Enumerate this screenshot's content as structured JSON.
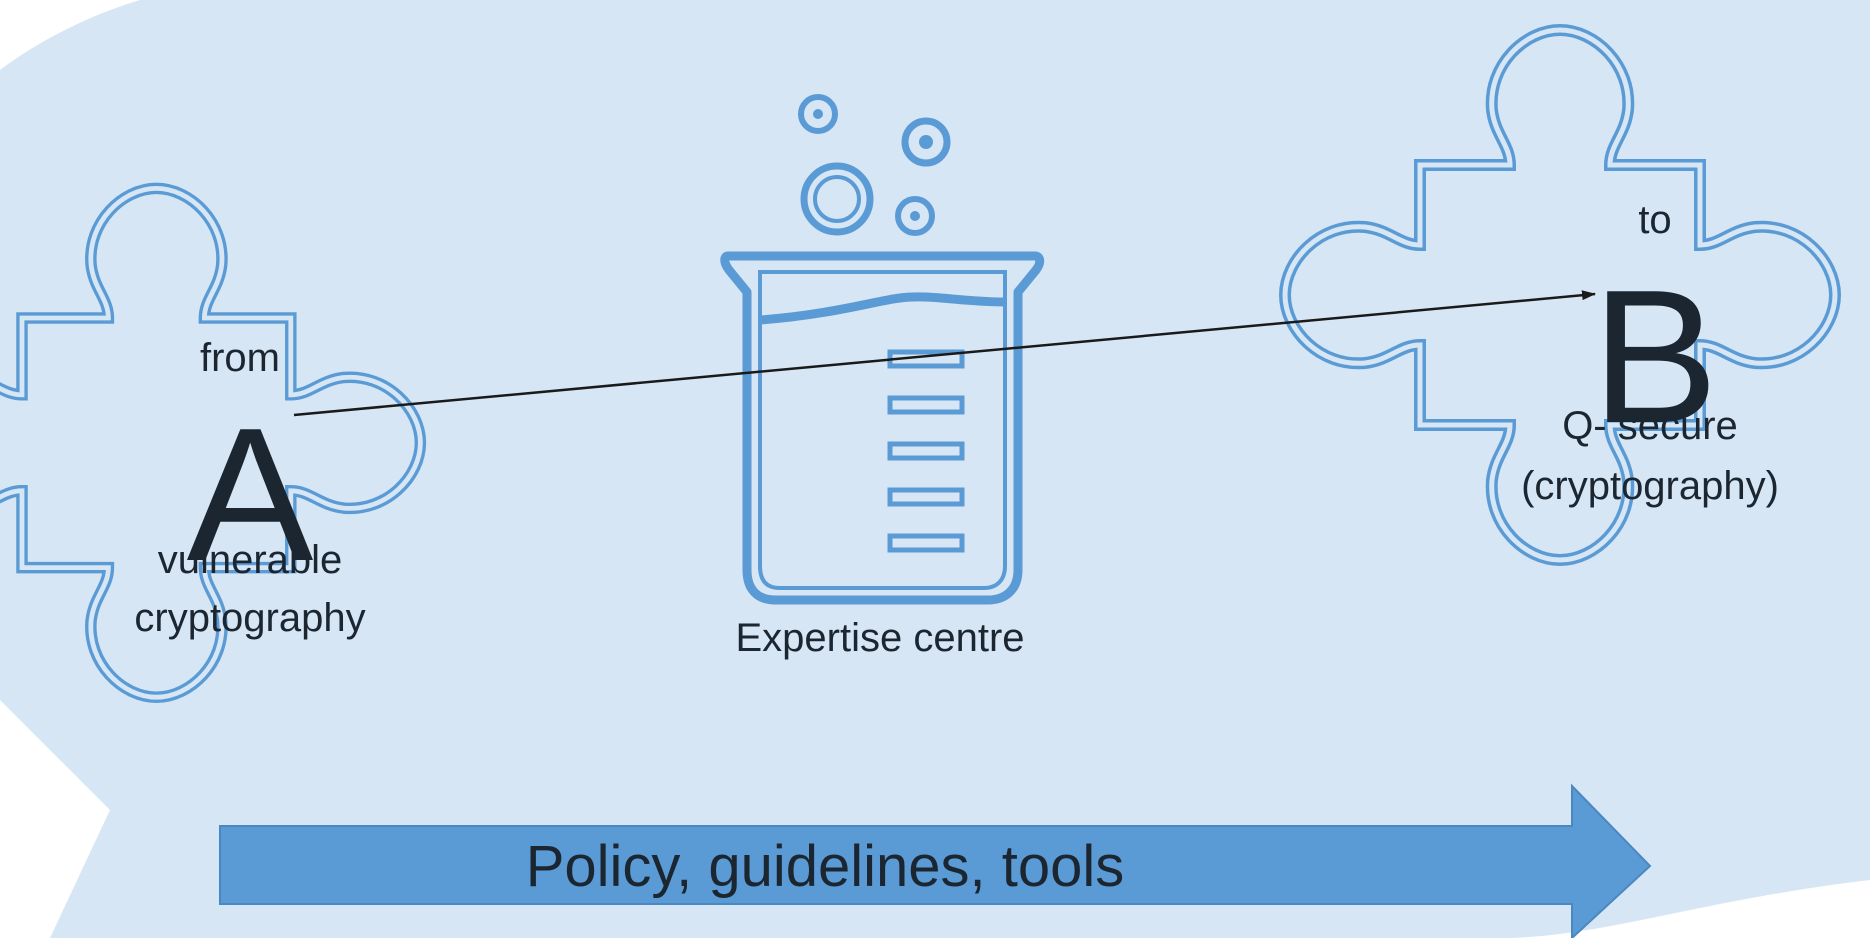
{
  "left_piece": {
    "from_label": "from",
    "letter": "A",
    "description_line1": "vulnerable",
    "description_line2": "cryptography"
  },
  "center": {
    "label": "Expertise centre",
    "icon": "beaker-icon"
  },
  "right_piece": {
    "to_label": "to",
    "letter": "B",
    "description_line1": "Q- secure",
    "description_line2": "(cryptography)"
  },
  "banner": {
    "label": "Policy, guidelines, tools"
  },
  "colors": {
    "background_blob": "#d7e6f4",
    "outline": "#5b9bd5",
    "arrow_fill": "#5b9bd5",
    "text": "#1b2631",
    "connector": "#1a1a1a"
  }
}
